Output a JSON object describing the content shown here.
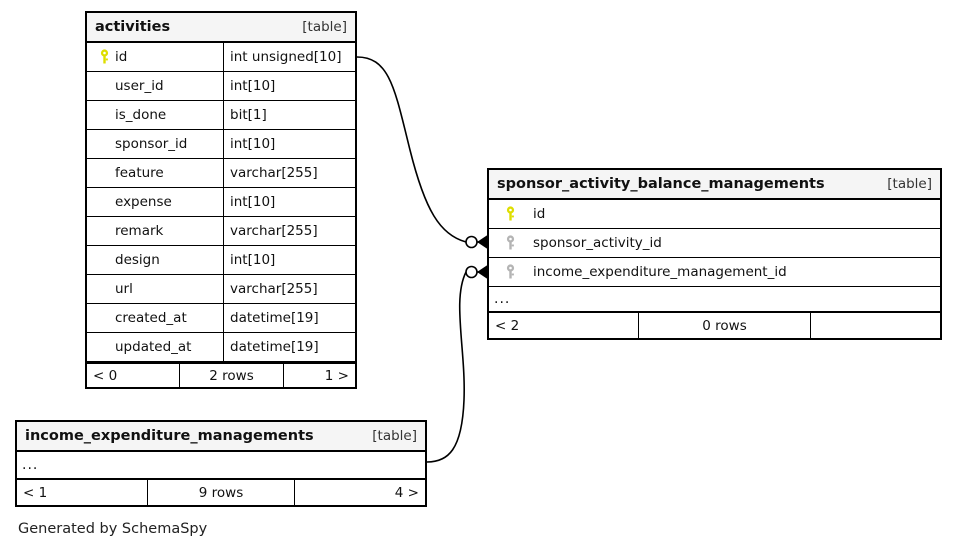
{
  "diagram": {
    "caption": "Generated by SchemaSpy",
    "table_tag": "[table]",
    "ellipsis": "...",
    "colors": {
      "primary_key_icon": "#dede00",
      "foreign_key_icon": "#b4b4b4",
      "header_background": "#f5f5f5",
      "border": "#000000",
      "page_background": "#ffffff"
    }
  },
  "tables": [
    {
      "name": "activities",
      "tag": "[table]",
      "columns": [
        {
          "key": "primary",
          "name": "id",
          "type": "int unsigned[10]"
        },
        {
          "key": "none",
          "name": "user_id",
          "type": "int[10]"
        },
        {
          "key": "none",
          "name": "is_done",
          "type": "bit[1]"
        },
        {
          "key": "none",
          "name": "sponsor_id",
          "type": "int[10]"
        },
        {
          "key": "none",
          "name": "feature",
          "type": "varchar[255]"
        },
        {
          "key": "none",
          "name": "expense",
          "type": "int[10]"
        },
        {
          "key": "none",
          "name": "remark",
          "type": "varchar[255]"
        },
        {
          "key": "none",
          "name": "design",
          "type": "int[10]"
        },
        {
          "key": "none",
          "name": "url",
          "type": "varchar[255]"
        },
        {
          "key": "none",
          "name": "created_at",
          "type": "datetime[19]"
        },
        {
          "key": "none",
          "name": "updated_at",
          "type": "datetime[19]"
        }
      ],
      "footer": {
        "left": "< 0",
        "center": "2 rows",
        "right": "1 >"
      }
    },
    {
      "name": "sponsor_activity_balance_managements",
      "tag": "[table]",
      "columns": [
        {
          "key": "primary",
          "name": "id"
        },
        {
          "key": "foreign",
          "name": "sponsor_activity_id"
        },
        {
          "key": "foreign",
          "name": "income_expenditure_management_id"
        }
      ],
      "has_ellipsis_row": true,
      "footer": {
        "left": "< 2",
        "center": "0 rows",
        "right": ""
      }
    },
    {
      "name": "income_expenditure_managements",
      "tag": "[table]",
      "columns": [],
      "has_ellipsis_row": true,
      "footer": {
        "left": "< 1",
        "center": "9 rows",
        "right": "4 >"
      }
    }
  ],
  "relationships": [
    {
      "from_table": "activities",
      "from_column": "id",
      "to_table": "sponsor_activity_balance_managements",
      "to_column": "sponsor_activity_id",
      "notation": "crows-foot-zero-or-many"
    },
    {
      "from_table": "income_expenditure_managements",
      "from_column": "...",
      "to_table": "sponsor_activity_balance_managements",
      "to_column": "income_expenditure_management_id",
      "notation": "crows-foot-zero-or-many"
    }
  ]
}
